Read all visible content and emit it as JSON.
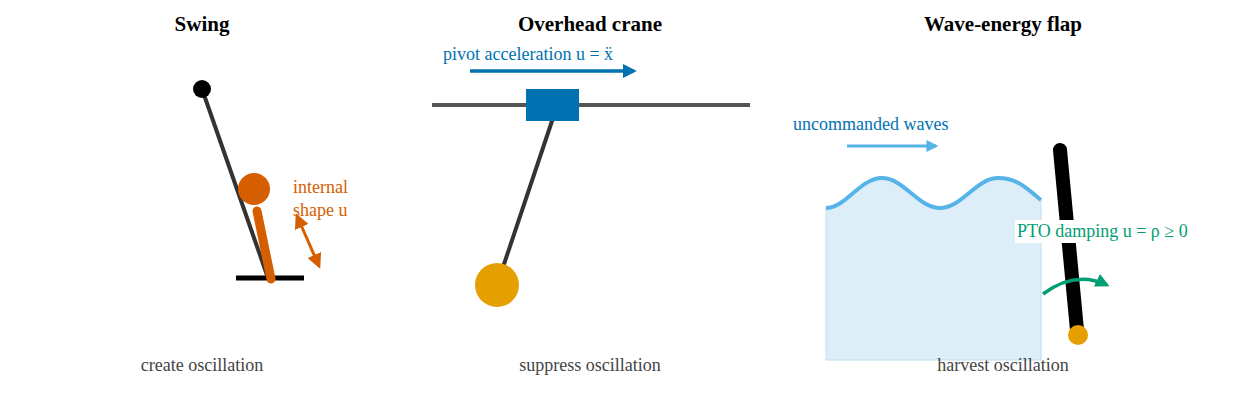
{
  "diagram": {
    "labels": [
      "Swing",
      "Overhead crane",
      "Wave-energy flap",
      "internal shape u",
      "pivot acceleration u = ẍ",
      "uncommanded waves",
      "PTO damping u = ρ ≥ 0",
      "create oscillation",
      "suppress oscillation",
      "harvest oscillation"
    ]
  }
}
